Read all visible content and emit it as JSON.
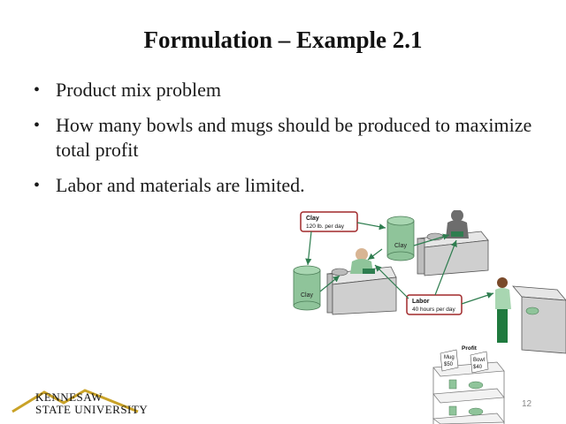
{
  "slide": {
    "title": "Formulation – Example 2.1",
    "bullets": [
      "Product mix problem",
      "How many bowls and mugs should be produced to maximize total profit",
      "Labor and materials are limited."
    ],
    "page_number": "12"
  },
  "figure": {
    "clay_box_title": "Clay",
    "clay_box_value": "120 lb. per day",
    "clay_tank_label_1": "Clay",
    "clay_tank_label_2": "Clay",
    "labor_box_title": "Labor",
    "labor_box_value": "40 hours per day",
    "profit_title": "Profit",
    "mug_tag_name": "Mug",
    "mug_tag_price": "$50",
    "bowl_tag_name": "Bowl",
    "bowl_tag_price": "$40"
  },
  "logo": {
    "line1": "KENNESAW",
    "line2": "STATE UNIVERSITY",
    "accent_color": "#c9a227"
  },
  "colors": {
    "arrow": "#2e7d4f",
    "box_border": "#a0282a",
    "tank": "#8fc49a",
    "table": "#d9d9d9"
  }
}
